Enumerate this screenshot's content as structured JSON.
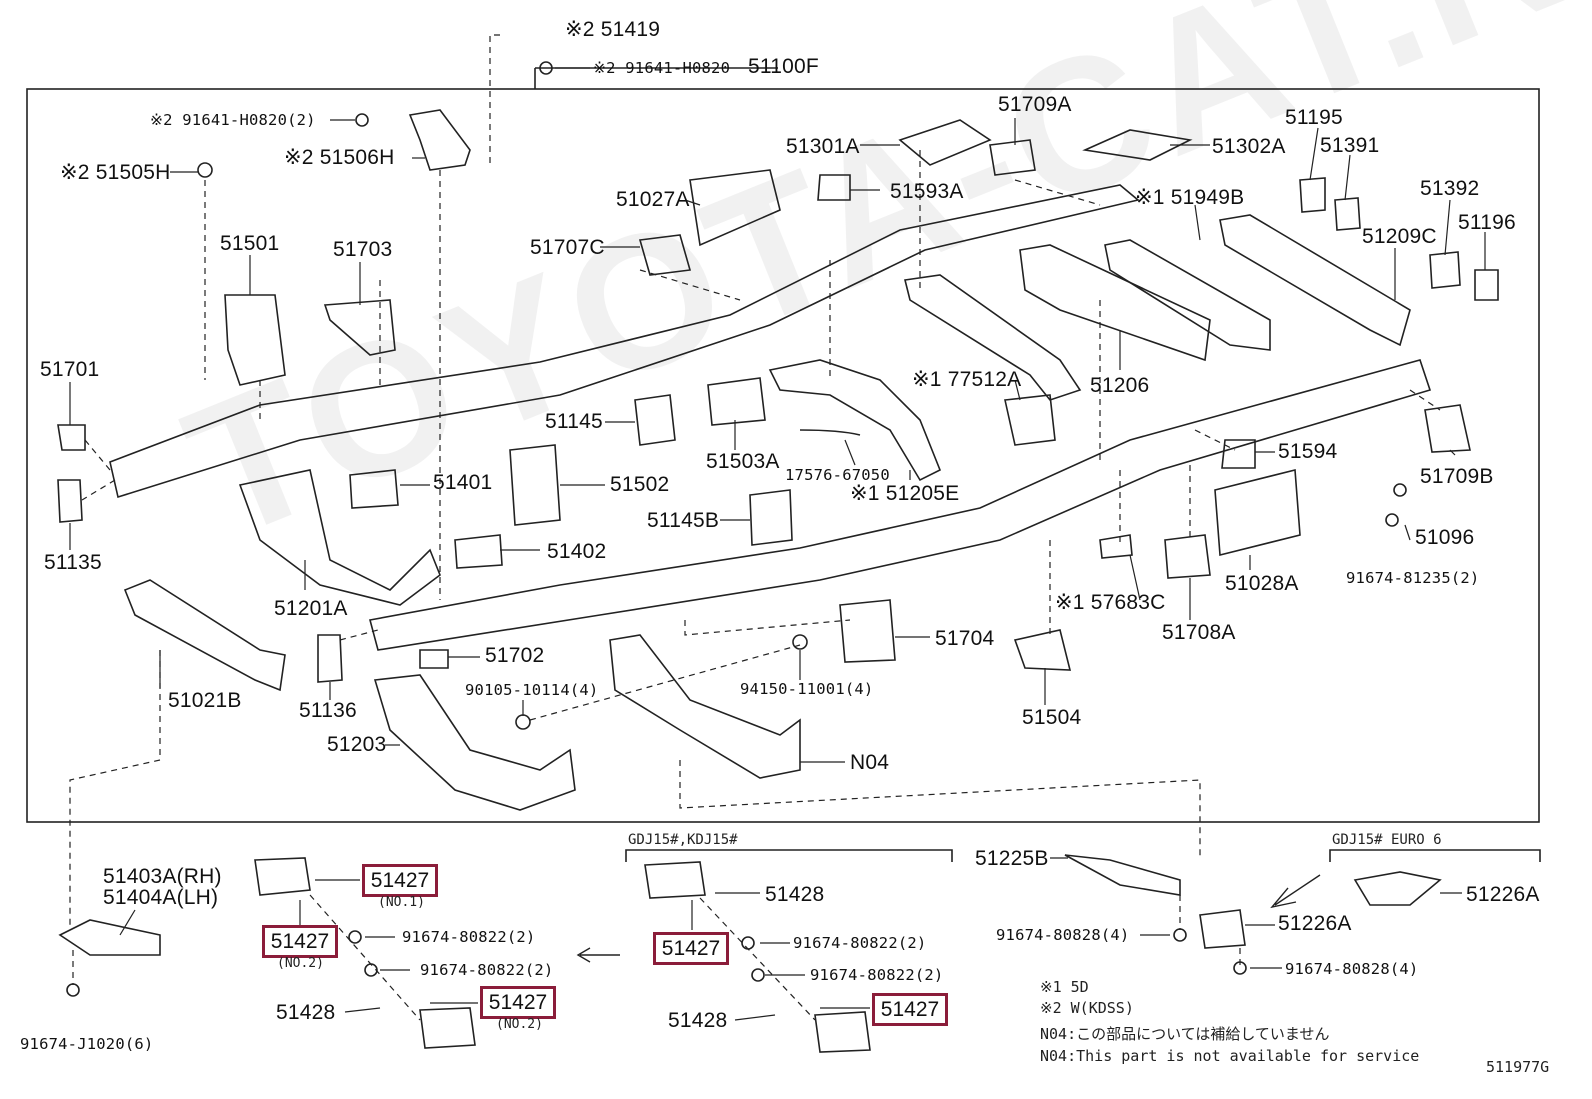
{
  "watermark": "TOYOTA-CAT.RU",
  "diagram_code": "511977G",
  "labels": {
    "l51419": "※2 51419",
    "l91641a": "※2 91641-H0820",
    "l51100F": "51100F",
    "l91641b": "※2 91641-H0820(2)",
    "l51506H": "※2 51506H",
    "l51505H": "※2 51505H",
    "l51709A": "51709A",
    "l51301A": "51301A",
    "l51302A": "51302A",
    "l51195": "51195",
    "l51391": "51391",
    "l51593A": "51593A",
    "l51027A": "51027A",
    "l51949B": "※1 51949B",
    "l51392": "51392",
    "l51196": "51196",
    "l51209C": "51209C",
    "l51707C": "51707C",
    "l51501": "51501",
    "l51703": "51703",
    "l51701": "51701",
    "l51206": "51206",
    "l77512A": "※1 77512A",
    "l51145": "51145",
    "l51503A": "51503A",
    "l17576": "17576-67050",
    "l51205E": "※1 51205E",
    "l51594": "51594",
    "l51709B": "51709B",
    "l51401": "51401",
    "l51502": "51502",
    "l51135": "51135",
    "l51145B": "51145B",
    "l51096": "51096",
    "l51402": "51402",
    "l51201A": "51201A",
    "l57683C": "※1 57683C",
    "l51028A": "51028A",
    "l91674_81235": "91674-81235(2)",
    "l51708A": "51708A",
    "l51702": "51702",
    "l51704": "51704",
    "l51021B": "51021B",
    "l51136": "51136",
    "l90105": "90105-10114(4)",
    "l94150": "94150-11001(4)",
    "l51504": "51504",
    "l51203": "51203",
    "lN04": "N04",
    "l51403A": "51403A(RH)",
    "l51404A": "51404A(LH)",
    "l91674_J1020": "91674-J1020(6)",
    "l51427a": "51427",
    "l51427a_sub": "(NO.1)",
    "l51427b": "51427",
    "l51427b_sub": "(NO.2)",
    "l91674_80822a": "91674-80822(2)",
    "l91674_80822b": "91674-80822(2)",
    "l51428a": "51428",
    "l51427c": "51427",
    "l51427c_sub": "(NO.2)",
    "hdr_gdj": "GDJ15#,KDJ15#",
    "l51428b": "51428",
    "l51427d": "51427",
    "l91674_80822c": "91674-80822(2)",
    "l91674_80822d": "91674-80822(2)",
    "l51428c": "51428",
    "l51427e": "51427",
    "l51225B": "51225B",
    "l91674_80828a": "91674-80828(4)",
    "hdr_euro": "GDJ15# EURO 6",
    "l51226A_top": "51226A",
    "l51226A": "51226A",
    "l91674_80828b": "91674-80828(4)"
  },
  "notes": [
    "※1 5D",
    "※2 W(KDSS)",
    "N04:この部品については補給していません",
    "N04:This part is not available for service"
  ],
  "colors": {
    "highlight": "#8b1d3a",
    "line": "#222222"
  }
}
